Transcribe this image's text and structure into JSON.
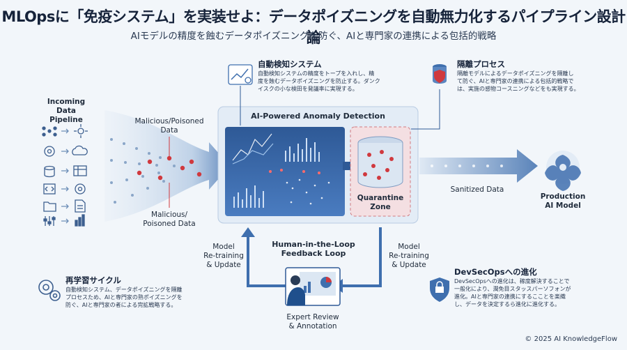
{
  "header": {
    "title": "MLOpsに「免疫システム」を実装せよ：データポイズニングを自動無力化するパイプライン設計論",
    "subtitle": "AIモデルの精度を蝕むデータポイズニングを防ぐ、AIと専門家の連携による包括的戦略"
  },
  "pipeline": {
    "incoming_label_1": "Incoming",
    "incoming_label_2": "Data Pipeline",
    "malicious_top_1": "Malicious/Poisoned",
    "malicious_top_2": "Data",
    "malicious_bottom_1": "Malicious/",
    "malicious_bottom_2": "Poisoned Data",
    "detection_title": "AI-Powered Anomaly Detection",
    "quarantine_1": "Quarantine",
    "quarantine_2": "Zone",
    "sanitized": "Sanitized Data",
    "production_1": "Production",
    "production_2": "AI Model",
    "retrain_left_1": "Model",
    "retrain_left_2": "Re-training",
    "retrain_left_3": "& Update",
    "retrain_right_1": "Model",
    "retrain_right_2": "Re-training",
    "retrain_right_3": "& Update",
    "hitl_1": "Human-in-the-Loop",
    "hitl_2": "Feedback Loop",
    "expert_1": "Expert Review",
    "expert_2": "& Annotation"
  },
  "notes": {
    "detect_title": "自動検知システム",
    "detect_body_1": "自動検知システムの精度をトープを入れし、精",
    "detect_body_2": "度を蝕むデータポイズニングを防止する。ダンク",
    "detect_body_3": "イスクの小な検田を発議率に実現する。",
    "isolation_title": "隔離プロセス",
    "isolation_body_1": "隔離モデルによるデータポイズニングを隔離し",
    "isolation_body_2": "て防ぐ、AIと専門家の連携による包括的戦略で",
    "isolation_body_3": "は、実施の感物コースニングなどをも実現する。",
    "retrain_title": "再学習サイクル",
    "retrain_body_1": "自動検知システム、データポイズニングを隔離",
    "retrain_body_2": "プロセスため、AIと専門家の熟ポイズニングを",
    "retrain_body_3": "防ぐ、AIと専門家の者による完拡戦略する。",
    "devsec_title": "DevSecOpsへの進化",
    "devsec_body_1": "DevSecOpsへの進化は、稼度解決することで",
    "devsec_body_2": "一般化により、潤免目スタッスパーソフォンが",
    "devsec_body_3": "進化。AIと専門家の連携にするこことを楽織",
    "devsec_body_4": "し、データを決定するら進化に進化する。"
  },
  "footer": {
    "copyright": "© 2025 AI KnowledgeFlow"
  },
  "colors": {
    "accent": "#2f5d9c",
    "poison": "#d0393e",
    "panel": "#3b6aa8",
    "light_panel": "#e3ecf6"
  }
}
